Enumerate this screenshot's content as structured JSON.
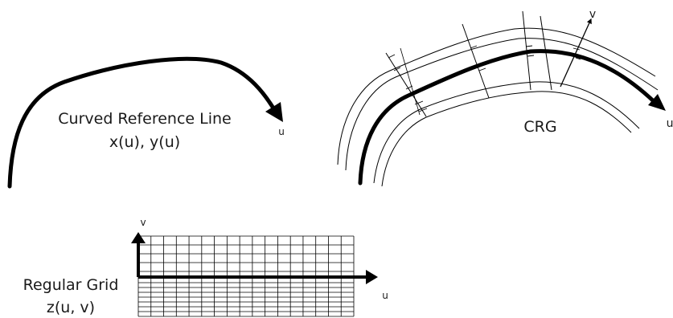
{
  "panels": {
    "reference_line": {
      "title_line1": "Curved Reference Line",
      "title_line2": "x(u), y(u)",
      "axis_u": "u"
    },
    "crg": {
      "label": "CRG",
      "axis_u": "u",
      "axis_v": "v"
    },
    "regular_grid": {
      "title_line1": "Regular Grid",
      "title_line2": "z(u, v)",
      "axis_u": "u",
      "axis_v": "v"
    }
  },
  "colors": {
    "ink": "#000000",
    "text": "#1a1a1a",
    "background": "#ffffff"
  }
}
